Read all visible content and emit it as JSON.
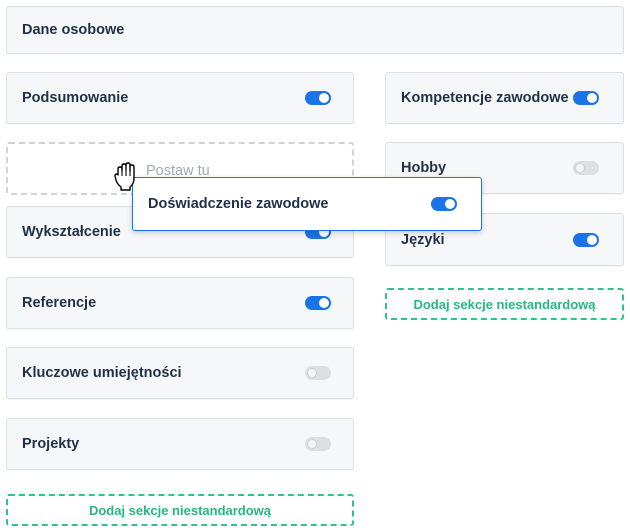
{
  "sections": {
    "personal": {
      "label": "Dane osobowe"
    },
    "summary": {
      "label": "Podsumowanie",
      "enabled": true
    },
    "drop_placeholder": {
      "label": "Postaw tu"
    },
    "education": {
      "label": "Wykształcenie",
      "enabled": true
    },
    "references": {
      "label": "Referencje",
      "enabled": true
    },
    "key_skills": {
      "label": "Kluczowe umiejętności",
      "enabled": false
    },
    "projects": {
      "label": "Projekty",
      "enabled": false
    },
    "professional_skills": {
      "label": "Kompetencje zawodowe",
      "enabled": true
    },
    "hobby": {
      "label": "Hobby",
      "enabled": false
    },
    "languages": {
      "label": "Języki",
      "enabled": true
    }
  },
  "dragging": {
    "label": "Doświadczenie zawodowe",
    "enabled": true
  },
  "add_custom_left": {
    "label": "Dodaj sekcje niestandardową"
  },
  "add_custom_right": {
    "label": "Dodaj sekcje niestandardową"
  },
  "colors": {
    "accent": "#1a73e8",
    "add_custom": "#23b87f",
    "card_bg": "#f6f7f9",
    "text": "#1f3147"
  },
  "cursor": {
    "icon": "grab-hand-icon"
  }
}
